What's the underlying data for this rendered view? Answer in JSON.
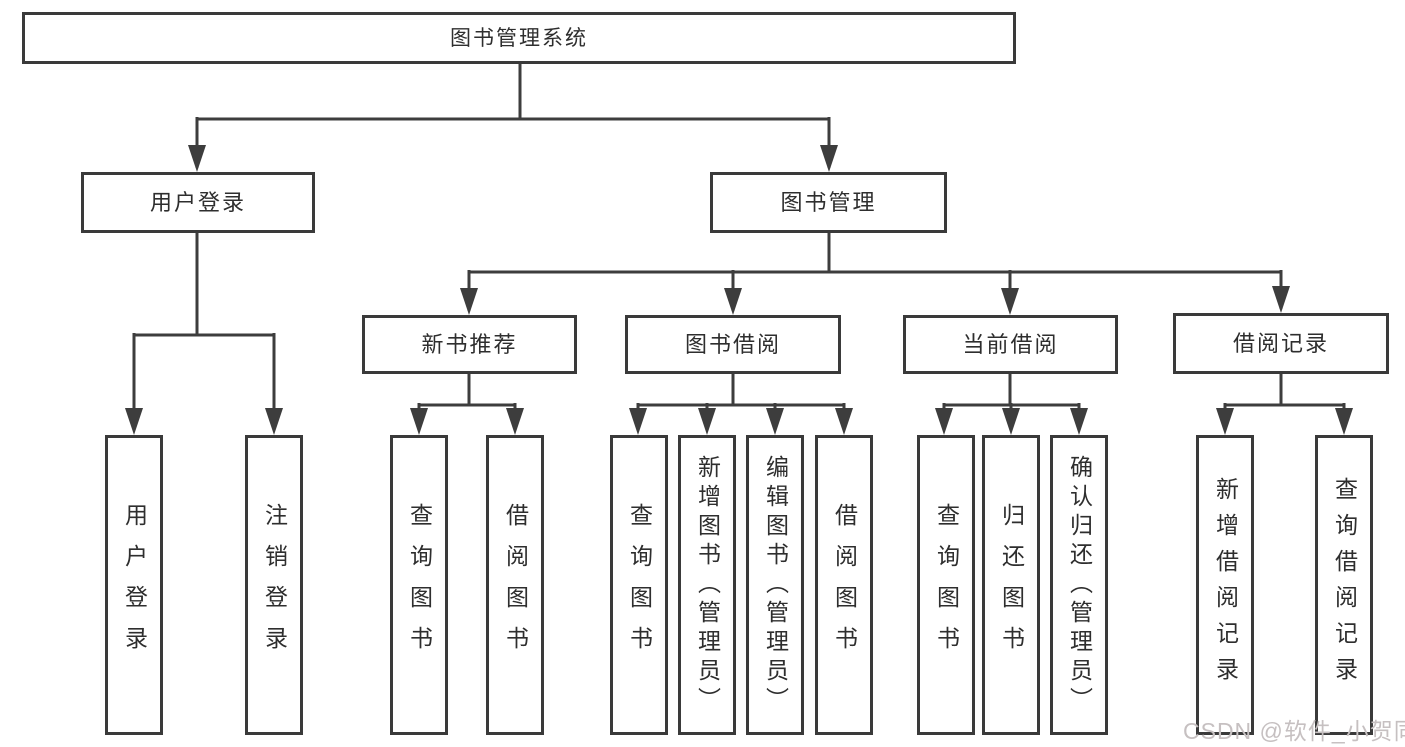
{
  "diagram": {
    "root": {
      "label": "图书管理系统"
    },
    "level2": [
      {
        "label": "用户登录"
      },
      {
        "label": "图书管理"
      }
    ],
    "level3": [
      {
        "label": "新书推荐"
      },
      {
        "label": "图书借阅"
      },
      {
        "label": "当前借阅"
      },
      {
        "label": "借阅记录"
      }
    ],
    "leaves": {
      "user_login": [
        "用户登录",
        "注销登录"
      ],
      "new_book_recommend": [
        "查询图书",
        "借阅图书"
      ],
      "book_borrow": [
        "查询图书",
        "新增图书（管理员）",
        "编辑图书（管理员）",
        "借阅图书"
      ],
      "current_borrow": [
        "查询图书",
        "归还图书",
        "确认归还（管理员）"
      ],
      "borrow_records": [
        "新增借阅记录",
        "查询借阅记录"
      ]
    },
    "line_color": "#3d3d3d"
  },
  "watermark": {
    "text": "CSDN @软件_小贺同学",
    "color": "#c6c0c1"
  }
}
